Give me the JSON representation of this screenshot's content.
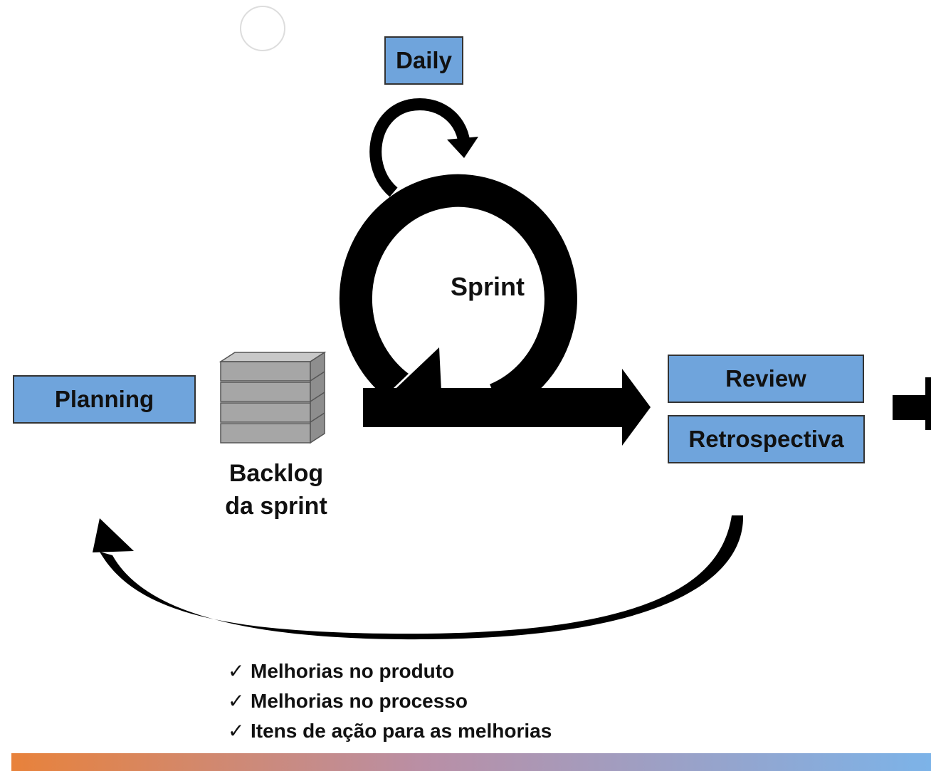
{
  "boxes": {
    "daily": "Daily",
    "planning": "Planning",
    "review": "Review",
    "retrospective": "Retrospectiva"
  },
  "labels": {
    "sprint": "Sprint",
    "backlog_line1": "Backlog",
    "backlog_line2": "da sprint"
  },
  "improvements": [
    "Melhorias no produto",
    "Melhorias no processo",
    "Itens de ação para as melhorias"
  ],
  "check_glyph": "✓",
  "colors": {
    "box_fill": "#6fa4dc",
    "backlog_stack": "#a6a6a6",
    "arrows": "#000000",
    "bar_gradient_start": "#e8823b",
    "bar_gradient_mid": "#b98fa6",
    "bar_gradient_end": "#7cb3e8"
  }
}
